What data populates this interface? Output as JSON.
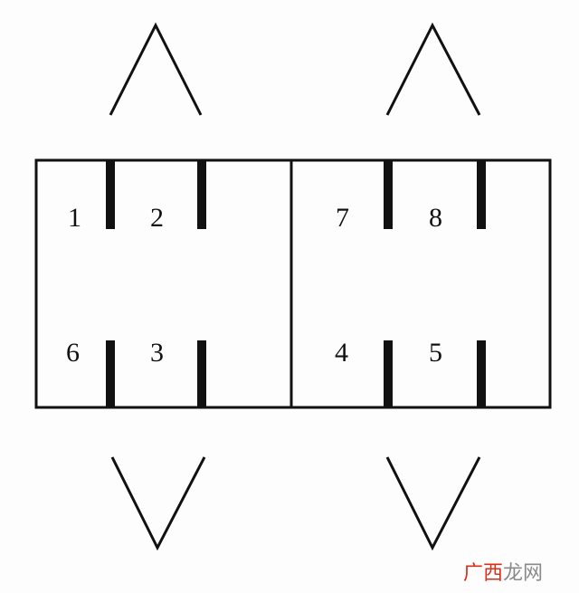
{
  "labels": {
    "n1": "1",
    "n2": "2",
    "n3": "3",
    "n4": "4",
    "n5": "5",
    "n6": "6",
    "n7": "7",
    "n8": "8"
  },
  "watermark": {
    "text_red": "广西",
    "text_gray": "龙网"
  },
  "colors": {
    "line": "#111111",
    "background": "#fdfdfd",
    "watermark_red": "#d9301c",
    "watermark_gray": "#8a8a8a"
  }
}
